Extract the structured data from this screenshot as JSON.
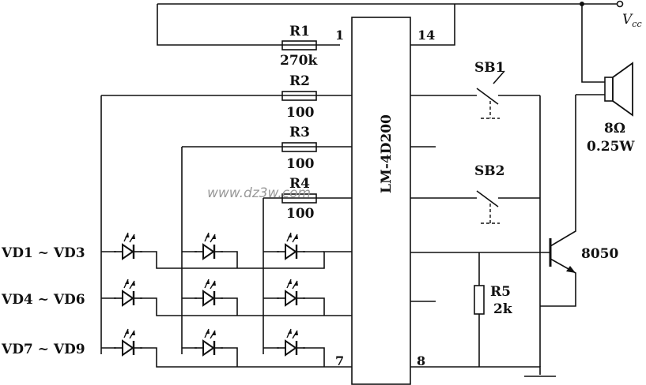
{
  "chip": {
    "name": "LM-4D200",
    "pin1": "1",
    "pin14": "14",
    "pin7": "7",
    "pin8": "8"
  },
  "resistors": [
    {
      "name": "R1",
      "value": "270k"
    },
    {
      "name": "R2",
      "value": "100"
    },
    {
      "name": "R3",
      "value": "100"
    },
    {
      "name": "R4",
      "value": "100"
    },
    {
      "name": "R5",
      "value": "2k"
    }
  ],
  "switches": [
    "SB1",
    "SB2"
  ],
  "speaker": {
    "impedance": "8Ω",
    "power": "0.25W"
  },
  "transistor": "8050",
  "supply": {
    "main": "V",
    "sub": "cc"
  },
  "led_groups": [
    "VD1 ~ VD3",
    "VD4 ~ VD6",
    "VD7 ~ VD9"
  ],
  "watermark": "www.dz3w.com"
}
